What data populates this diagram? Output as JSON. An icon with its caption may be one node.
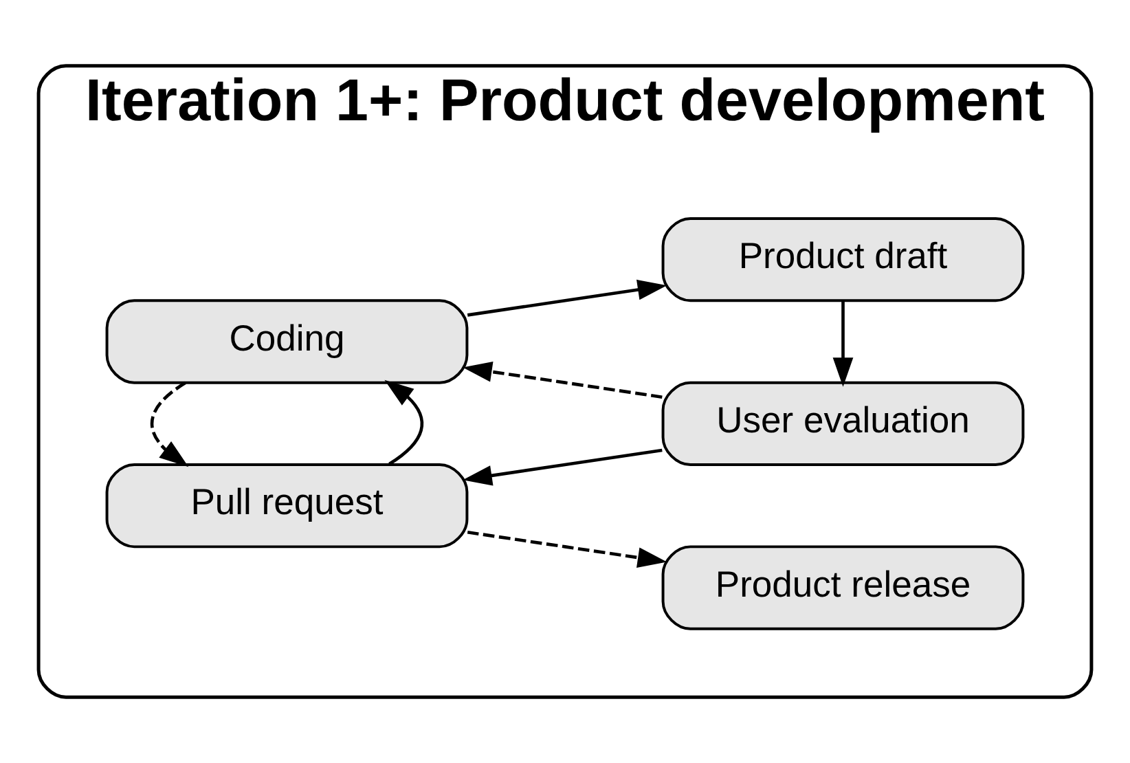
{
  "diagram": {
    "nodes": [
      {
        "text": [
          "Iteration 1+: Product development"
        ]
      },
      {
        "text": [
          "Coding"
        ],
        "in": 0
      },
      {
        "text": [
          "Product draft"
        ],
        "in": 0
      },
      {
        "text": [
          "Pull request"
        ],
        "in": 0
      },
      {
        "text": [
          "User evaluation"
        ],
        "in": 0
      },
      {
        "text": [
          "Product release"
        ],
        "in": 0
      }
    ],
    "edges": [
      {
        "from": 1,
        "to": 2,
        "arrow": "to"
      },
      {
        "from": 2,
        "to": 4,
        "arrow": "to"
      },
      {
        "from": 4,
        "to": 3,
        "arrow": "to"
      },
      {
        "from": 3,
        "to": 1,
        "arrow": "to"
      },
      {
        "from": 1,
        "to": 3,
        "arrow": "to",
        "style": "dashed"
      },
      {
        "from": 4,
        "to": 1,
        "arrow": "to",
        "style": "dashed"
      },
      {
        "from": 3,
        "to": 5,
        "arrow": "to",
        "style": "dashed"
      }
    ]
  }
}
